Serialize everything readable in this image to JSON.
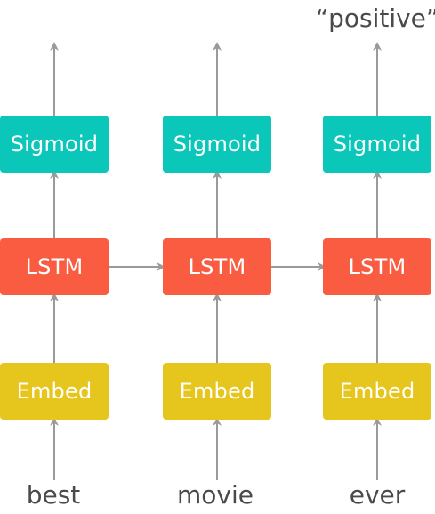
{
  "columns": [
    {
      "word": "best",
      "embed_label": "Embed",
      "lstm_label": "LSTM",
      "sigmoid_label": "Sigmoid",
      "output": ""
    },
    {
      "word": "movie",
      "embed_label": "Embed",
      "lstm_label": "LSTM",
      "sigmoid_label": "Sigmoid",
      "output": ""
    },
    {
      "word": "ever",
      "embed_label": "Embed",
      "lstm_label": "LSTM",
      "sigmoid_label": "Sigmoid",
      "output": "“positive”"
    }
  ],
  "colors": {
    "sigmoid": "#0ac7b9",
    "lstm": "#f95c41",
    "embed": "#e6c51d",
    "arrow": "#9a9a9a",
    "text": "#4a4a4a"
  }
}
